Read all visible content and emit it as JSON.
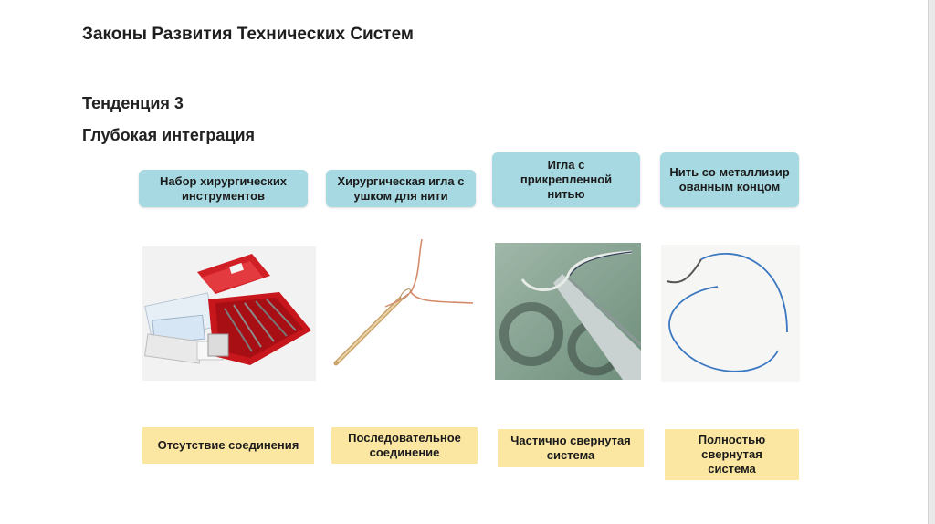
{
  "slide": {
    "title": "Законы Развития Технических Систем",
    "trend": "Тенденция 3",
    "subtitle": "Глубокая интеграция"
  },
  "stages": [
    {
      "header": "Набор хирургических инструментов",
      "image": "surgical-kit-image",
      "result": "Отсутствие соединения"
    },
    {
      "header": "Хирургическая игла с ушком для нити",
      "image": "needle-eye-image",
      "result": "Последовательное соединение"
    },
    {
      "header": "Игла с прикрепленной нитью",
      "image": "needle-holder-image",
      "result": "Частично свернутая система"
    },
    {
      "header": "Нить со металлизированным концом",
      "image": "metal-end-thread-image",
      "result": "Полностью свернутая система"
    }
  ],
  "colors": {
    "header_box": "#a6d9e1",
    "result_box": "#fbe7a2"
  }
}
